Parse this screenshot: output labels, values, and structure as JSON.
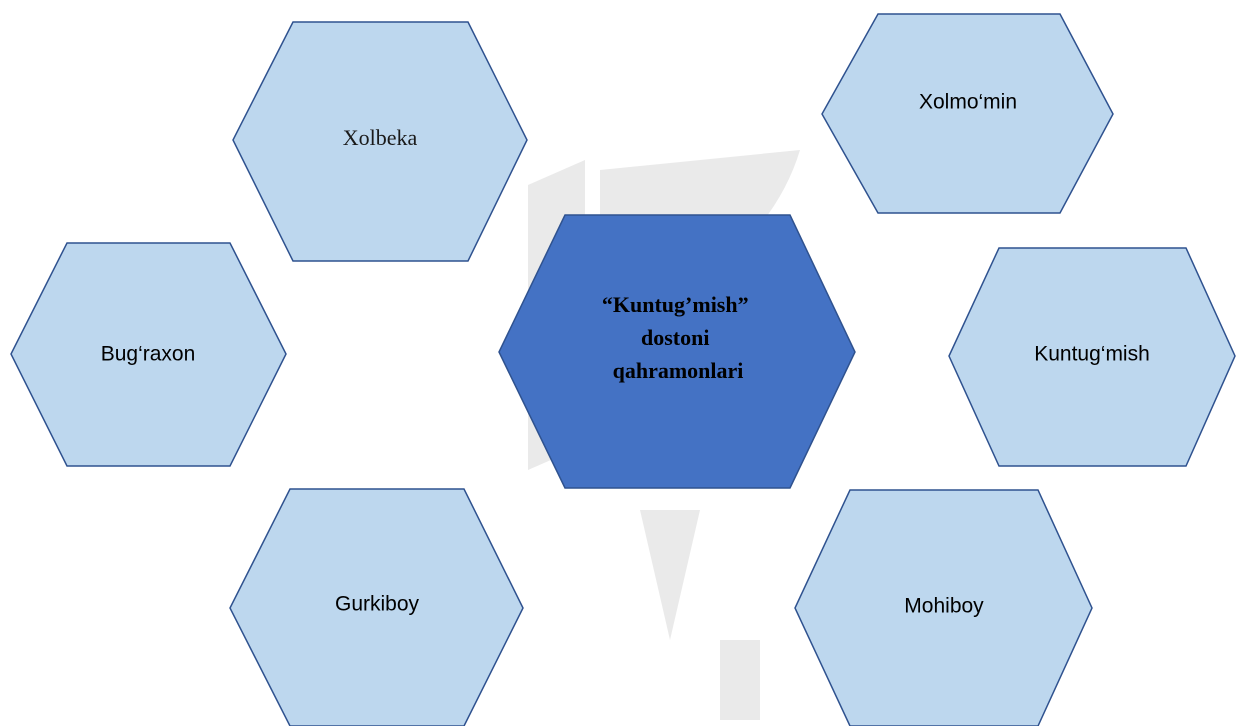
{
  "diagram": {
    "center": {
      "lines": [
        "“Kuntug’mish”",
        "dostoni",
        "qahramonlari"
      ],
      "fill": "#4472C4",
      "stroke": "#2F528F"
    },
    "nodes": [
      {
        "id": "xolbeka",
        "label": "Xolbeka"
      },
      {
        "id": "xolmomin",
        "label": "Xolmo‘min"
      },
      {
        "id": "bugraxon",
        "label": "Bug‘raxon"
      },
      {
        "id": "kuntugmish",
        "label": "Kuntug‘mish"
      },
      {
        "id": "gurkiboy",
        "label": "Gurkiboy"
      },
      {
        "id": "mohiboy",
        "label": "Mohiboy"
      }
    ],
    "node_fill": "#BDD7EE",
    "node_stroke": "#2F528F"
  }
}
